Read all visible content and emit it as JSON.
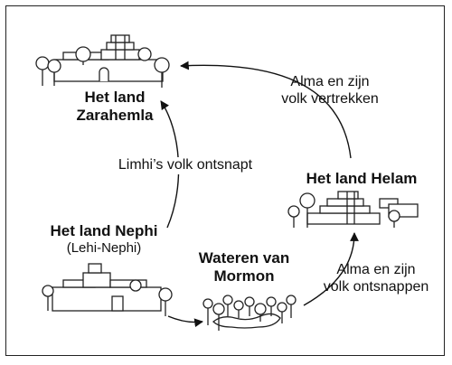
{
  "places": {
    "zarahemla": {
      "line1": "Het land",
      "line2": "Zarahemla"
    },
    "helam": {
      "name": "Het land Helam"
    },
    "nephi": {
      "name": "Het land Nephi",
      "sub": "(Lehi-Nephi)"
    },
    "mormon": {
      "line1": "Wateren van",
      "line2": "Mormon"
    }
  },
  "routes": {
    "alma_departs": {
      "line1": "Alma en zijn",
      "line2": "volk vertrekken"
    },
    "limhi_escapes": {
      "text": "Limhi’s volk ontsnapt"
    },
    "alma_escapes": {
      "line1": "Alma en zijn",
      "line2": "volk ontsnappen"
    }
  }
}
